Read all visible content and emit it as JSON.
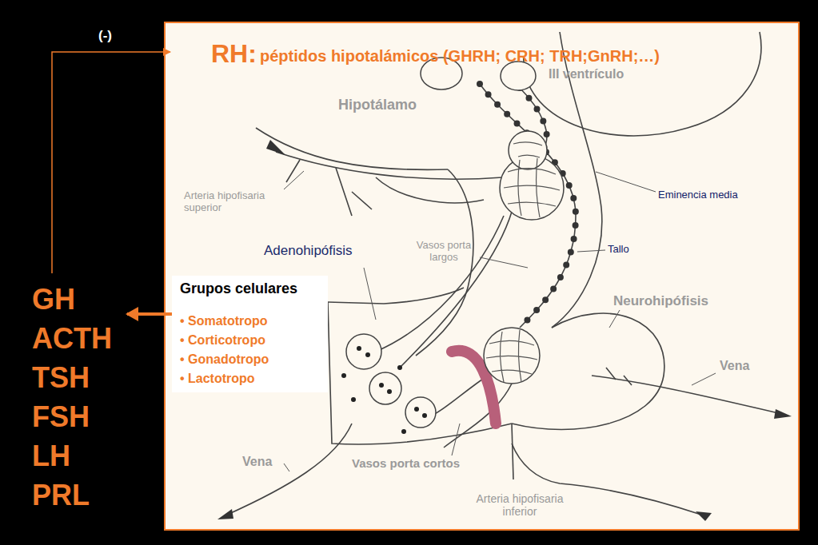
{
  "diagram": {
    "nodes": [
      {
        "text": [
          "RH:",
          "péptidos hipotalámicos (GHRH; CRH; TRH;GnRH;…)"
        ]
      },
      {
        "text": [
          "Grupos celulares",
          "• Somatotropo",
          "• Corticotropo",
          "• Gonadotropo",
          "• Lactotropo"
        ],
        "in": 0
      },
      {
        "text": [
          "GH",
          "ACTH",
          "TSH",
          "FSH",
          "LH",
          "PRL"
        ]
      }
    ],
    "edges": [
      {
        "from": 1,
        "to": 2,
        "arrow": "to"
      },
      {
        "from": 2,
        "to": 0,
        "arrow": "to",
        "label": "(-)"
      }
    ],
    "labels": [
      "III ventrículo",
      "Hipotálamo",
      "Arteria hipofisaria superior",
      "Eminencia media",
      "Vasos porta largos",
      "Adenohipófisis",
      "Tallo",
      "Neurohipófisis",
      "Vena",
      "Vena",
      "Vasos porta cortos",
      "Arteria hipofisaria inferior"
    ]
  }
}
